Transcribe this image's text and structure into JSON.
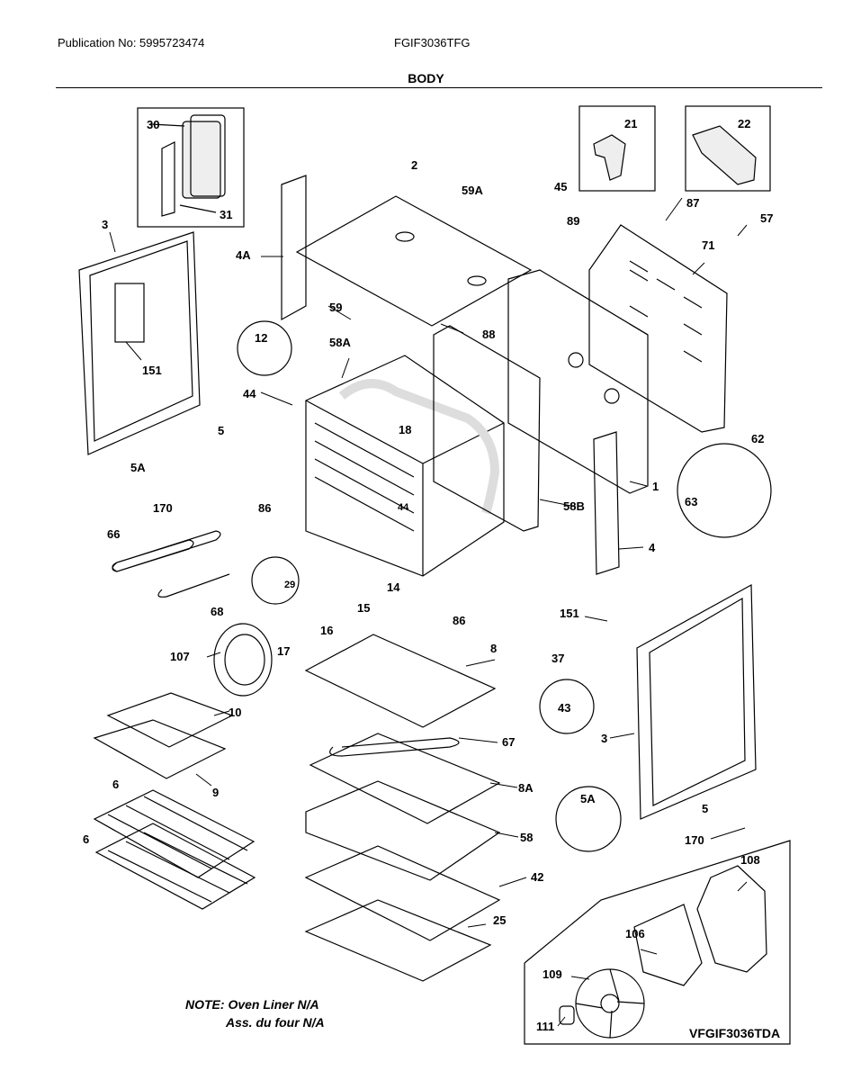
{
  "header": {
    "publication": "Publication No: 5995723474",
    "model": "FGIF3036TFG",
    "section_title": "BODY"
  },
  "callouts": [
    "30",
    "31",
    "21",
    "22",
    "45",
    "2",
    "59A",
    "89",
    "87",
    "57",
    "71",
    "3",
    "4A",
    "151",
    "59",
    "88",
    "12",
    "58A",
    "44",
    "18",
    "5",
    "5A",
    "170",
    "86",
    "44",
    "62",
    "1",
    "63",
    "58B",
    "4",
    "66",
    "29",
    "14",
    "15",
    "68",
    "16",
    "86",
    "151",
    "37",
    "107",
    "17",
    "8",
    "43",
    "3",
    "10",
    "67",
    "9",
    "8A",
    "6",
    "5A",
    "5",
    "58",
    "6",
    "170",
    "42",
    "108",
    "25",
    "106",
    "109",
    "111"
  ],
  "note": {
    "line1": "NOTE: Oven Liner N/A",
    "line2": "Ass. du four N/A"
  },
  "diagram_id": "VFGIF3036TDA"
}
